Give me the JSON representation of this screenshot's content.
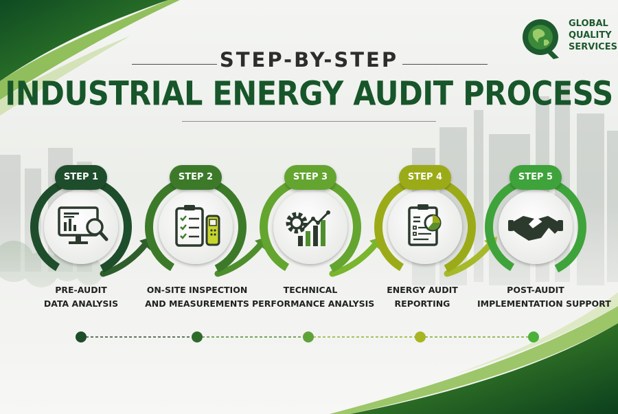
{
  "heading": {
    "subtitle": "STEP-BY-STEP",
    "title": "INDUSTRIAL ENERGY AUDIT PROCESS"
  },
  "brand": {
    "lines": [
      "GLOBAL",
      "QUALITY",
      "SERVICES"
    ],
    "icon": "globe-q-icon",
    "color": "#1d5a2d"
  },
  "steps": [
    {
      "badge": "STEP 1",
      "lines": [
        "PRE-AUDIT",
        "DATA ANALYSIS"
      ],
      "color": "#1e4d2b",
      "icon": "monitor-magnifier-icon"
    },
    {
      "badge": "STEP 2",
      "lines": [
        "ON-SITE INSPECTION",
        "AND MEASUREMENTS"
      ],
      "color": "#3c7a2a",
      "icon": "clipboard-meter-icon"
    },
    {
      "badge": "STEP 3",
      "lines": [
        "TECHNICAL",
        "PERFORMANCE ANALYSIS"
      ],
      "color": "#64a530",
      "icon": "gear-growth-chart-icon"
    },
    {
      "badge": "STEP 4",
      "lines": [
        "ENERGY AUDIT",
        "REPORTING"
      ],
      "color": "#9bab18",
      "icon": "report-pie-chart-icon"
    },
    {
      "badge": "STEP 5",
      "lines": [
        "POST-AUDIT",
        "IMPLEMENTATION SUPPORT"
      ],
      "color": "#3ea33a",
      "icon": "handshake-icon"
    }
  ]
}
